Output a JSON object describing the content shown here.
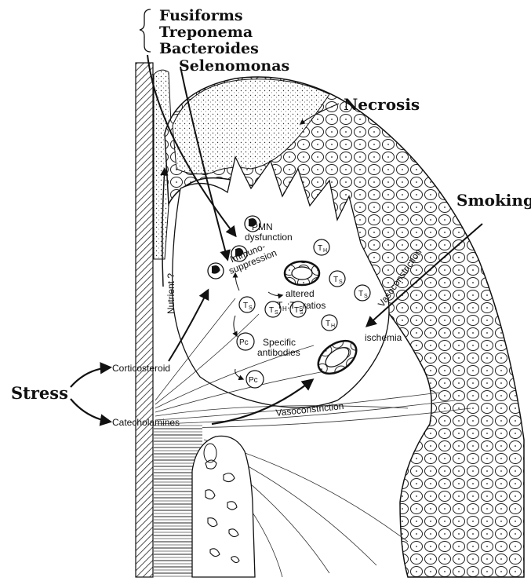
{
  "organisms": {
    "items": [
      "Fusiforms",
      "Treponema",
      "Bacteroides"
    ],
    "extra": "Selenomonas"
  },
  "labels": {
    "necrosis": "Necrosis",
    "smoking": "Smoking",
    "stress": "Stress",
    "corticosteroid": "Corticosteroid",
    "catecholamines": "Catecholamines",
    "vasoconstriction_lower": "Vasoconstriction",
    "vasoconstriction_upper": "Vasoconstriction",
    "nutrient": "Nutrient ?",
    "pmn_line1": "PMN",
    "pmn_line2": "dysfunction",
    "immuno_line1": "Immuno-",
    "immuno_line2": "suppression",
    "altered_line1": "altered",
    "altered_line2": "T",
    "altered_sub_h": "H",
    "altered_colon": ":T",
    "altered_sub_s": "S",
    "altered_ratios": " ratios",
    "specific_line1": "Specific",
    "specific_line2": "antibodies",
    "ischemia": "ischemia"
  },
  "cells": {
    "t_main": "T",
    "sub_h": "H",
    "sub_s": "S",
    "pc": "Pc"
  }
}
